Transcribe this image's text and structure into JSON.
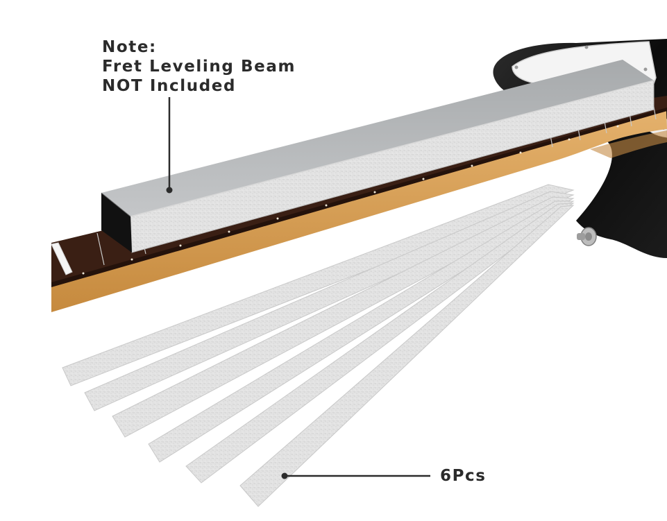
{
  "note": {
    "line1": "Note:",
    "line2": "Fret Leveling Beam",
    "line3": "NOT Included"
  },
  "sandpaper": {
    "count_label": "6Pcs"
  },
  "colors": {
    "text": "#2b2b2b",
    "callout_line": "#2b2b2b",
    "guitar_body": "#111111",
    "pickguard": "#f4f4f4",
    "fretboard": "#3a1f14",
    "maple_neck": "#d9a25a",
    "beam_metal": "#b8bbbd",
    "sandpaper": "#dedede"
  }
}
